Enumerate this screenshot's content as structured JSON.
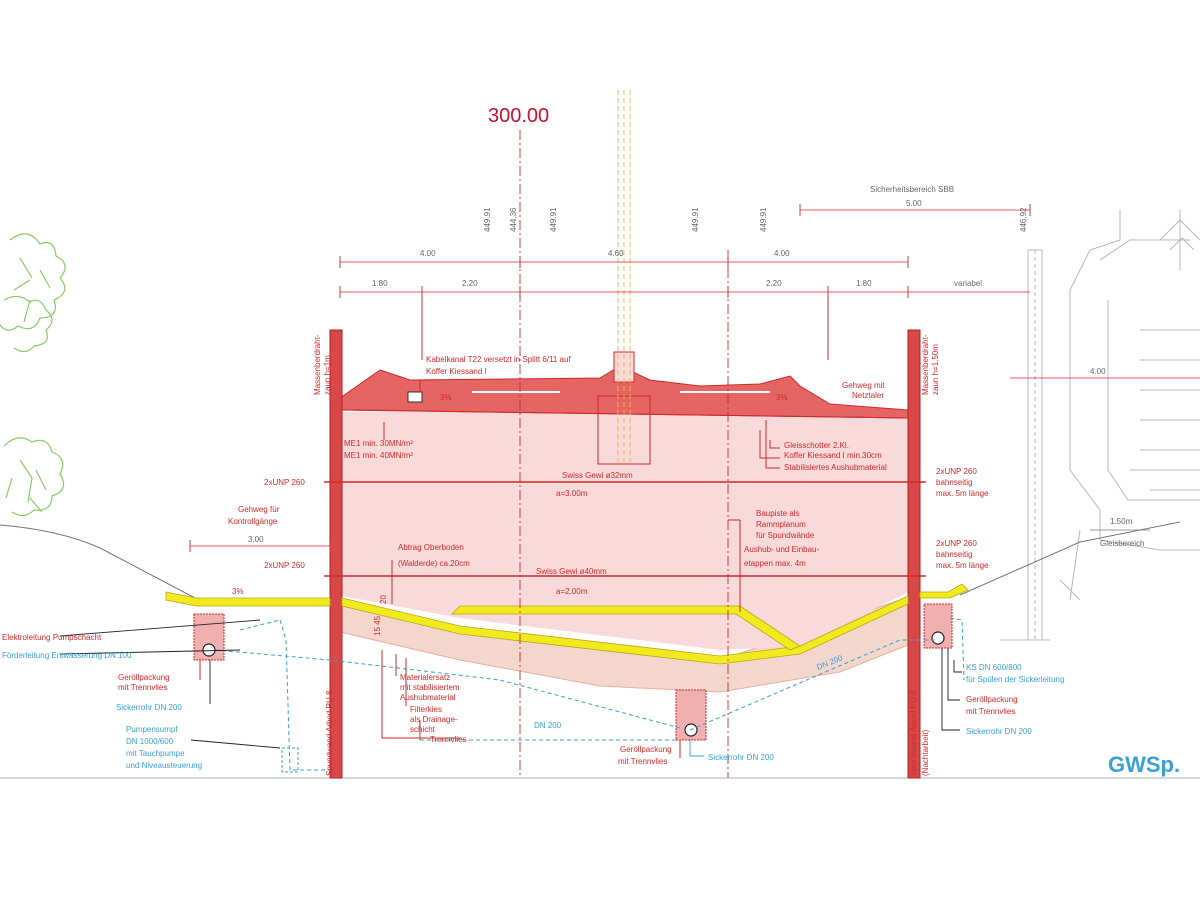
{
  "title_elevation": "300.00",
  "logo": "GWSp.",
  "colors": {
    "structure_red": "#d94848",
    "fill_pink": "#f9dada",
    "soil": "#f3d6cc",
    "yellow_layer": "#f2ea1e",
    "drain_blue": "#3aa0d6",
    "grid_gold": "#f2b33d"
  },
  "elevations": [
    "449.91",
    "444.36",
    "449.91",
    "449.91",
    "449.91",
    "446.92"
  ],
  "dimensions": {
    "safety_zone_label": "Sicherheitsbereich SBB",
    "safety_zone_value": "5.00",
    "top_spans": [
      "4.00",
      "4.60",
      "4.00"
    ],
    "sub_spans": [
      "1.80",
      "2.20",
      "2.20",
      "1.80",
      "variabel"
    ],
    "track_dist": "4.00",
    "walkway_left": "3.00",
    "track_width": "1.50m",
    "track_area": "Gleisbereich",
    "layer_20": "20",
    "layer_1545": "15 45"
  },
  "labels": {
    "cable_channel": "Kabelkanal T22 versetzt in Splitt 6/11 auf",
    "cable_channel_2": "Koffer Kiessand I",
    "slope_top_left": "3%",
    "slope_top_right": "3%",
    "slope_left": "3%",
    "me1_a": "ME1 min. 30MN/m²",
    "me1_b": "ME1 min. 40MN/m²",
    "walkway_net": "Gehweg mit",
    "walkway_net_2": "Netztaler",
    "gleisschotter": "Gleisschotter 2.Kl.",
    "koffer": "Koffer Kiessand I min.30cm",
    "stabilized": "Stabilisiertes Aushubmaterial",
    "fence_left": "Massenberdraht-",
    "fence_left_2": "zaun h=1m",
    "fence_right": "Massenberdraht-",
    "fence_right_2": "zaun h=1.50m",
    "unp_upper_left": "2xUNP 260",
    "unp_upper_right": "2xUNP 260",
    "unp_upper_right_2": "bahnseitig",
    "unp_upper_right_3": "max. 5m länge",
    "unp_lower_left": "2xUNP 260",
    "unp_lower_right": "2xUNP 260",
    "unp_lower_right_2": "bahnseitig",
    "unp_lower_right_3": "max. 5m länge",
    "gewi_upper": "Swiss Gewi ø32mm",
    "gewi_upper_spacing": "a=3.00m",
    "gewi_lower": "Swiss Gewi ø40mm",
    "gewi_lower_spacing": "a=2.00m",
    "walkway_control": "Gehweg für",
    "walkway_control_2": "Kontrollgänge",
    "topsoil": "Abtrag Oberboden",
    "topsoil_2": "(Walderde) ca.20cm",
    "baupiste": "Baupiste als",
    "baupiste_2": "Rammplanum",
    "baupiste_3": "für Spundwände",
    "excavation": "Aushub- und Einbau-",
    "excavation_2": "etappen max. 4m",
    "electric": "Elektroleitung Pumpschacht",
    "conveying": "Förderleitung Entwässerung DN 100",
    "gravel_left": "Geröllpackung",
    "gravel_left_2": "mit Trennvlies",
    "drain_left": "Sickerrohr DN 200",
    "pump": "Pumpensumpf",
    "pump_2": "DN 1000/600",
    "pump_3": "mit Tauchpumpe",
    "pump_4": "und Niveausteuerung",
    "material_fill": "Materialersatz",
    "material_fill_2": "mit stabilisiertem",
    "material_fill_3": "Aushubmaterial",
    "filter": "Filterkies",
    "filter_2": "als Drainage-",
    "filter_3": "schicht",
    "fleece": "Trennvlies",
    "sheet_left": "Spundwand Arbed PU 8",
    "sheet_right": "Spundwand Arbed PU 8",
    "sheet_right_2": "(Nachtarbeit)",
    "dn200_a": "DN 200",
    "dn200_b": "DN 200",
    "gravel_mid": "Geröllpackung",
    "gravel_mid_2": "mit Trennvlies",
    "drain_mid": "Sickerrohr DN 200",
    "ks": "KS DN 600/800",
    "ks_2": "für Spülen der Sickerleitung",
    "gravel_right": "Geröllpackung",
    "gravel_right_2": "mit Trennvlies",
    "drain_right": "Sickerrohr DN 200"
  }
}
